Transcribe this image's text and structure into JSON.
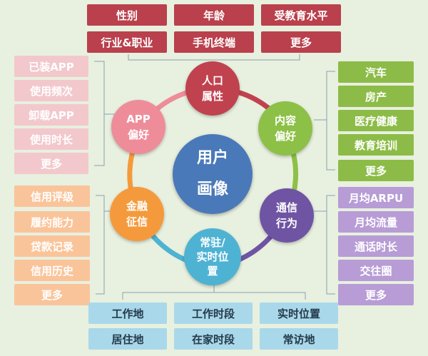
{
  "center": {
    "line1": "用户",
    "line2": "画像"
  },
  "nodes": {
    "demographics": {
      "line1": "人口",
      "line2": "属性",
      "color": "#c0424e"
    },
    "content": {
      "line1": "内容",
      "line2": "偏好",
      "color": "#8dc046"
    },
    "telecom": {
      "line1": "通信",
      "line2": "行为",
      "color": "#6f54a3"
    },
    "location": {
      "line1": "常驻/",
      "line2": "实时位",
      "line3": "置",
      "color": "#4eb2d3"
    },
    "finance": {
      "line1": "金融",
      "line2": "征信",
      "color": "#f59a3c"
    },
    "app": {
      "line1": "APP",
      "line2": "偏好",
      "color": "#ee8d99"
    }
  },
  "demographics_tags": [
    "性别",
    "年龄",
    "受教育水平",
    "行业&职业",
    "手机终端",
    "更多"
  ],
  "app_tags": [
    "已装APP",
    "使用频次",
    "卸载APP",
    "使用时长",
    "更多"
  ],
  "content_tags": [
    "汽车",
    "房产",
    "医疗健康",
    "教育培训",
    "更多"
  ],
  "finance_tags": [
    "信用评级",
    "履约能力",
    "贷款记录",
    "信用历史",
    "更多"
  ],
  "telecom_tags": [
    "月均ARPU",
    "月均流量",
    "通话时长",
    "交往圈",
    "更多"
  ],
  "location_tags": [
    "工作地",
    "工作时段",
    "实时位置",
    "居住地",
    "在家时段",
    "常访地"
  ]
}
